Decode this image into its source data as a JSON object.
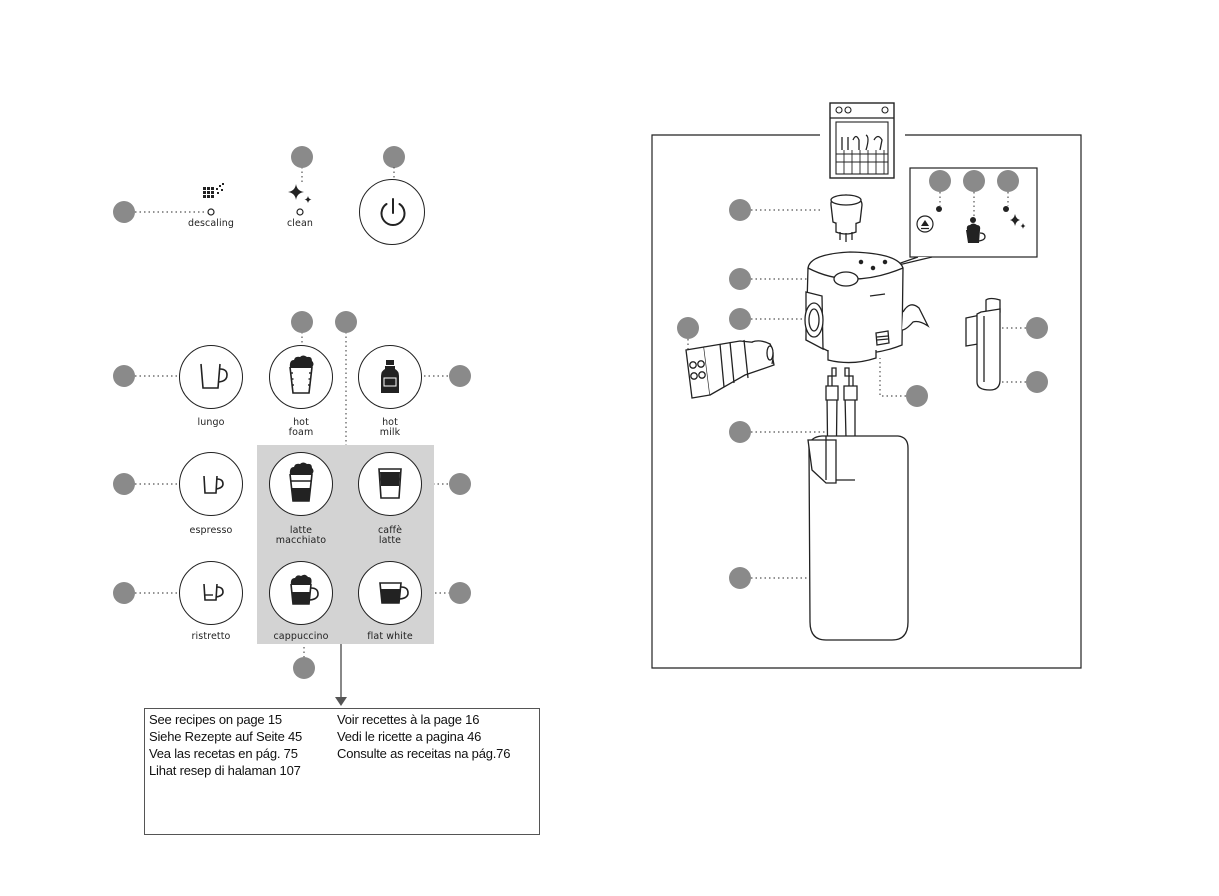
{
  "panel_labels": {
    "descaling": "descaling",
    "clean": "clean"
  },
  "beverages": {
    "lungo": "lungo",
    "hot_foam_1": "hot",
    "hot_foam_2": "foam",
    "hot_milk_1": "hot",
    "hot_milk_2": "milk",
    "espresso": "espresso",
    "latte_macchiato_1": "latte",
    "latte_macchiato_2": "macchiato",
    "caffe_latte_1": "caffè",
    "caffe_latte_2": "latte",
    "ristretto": "ristretto",
    "cappuccino": "cappuccino",
    "flat_white": "flat white"
  },
  "recipes": {
    "col1": [
      "See recipes on page 15",
      "Siehe Rezepte auf Seite 45",
      "Vea las recetas en pág. 75",
      "Lihat resep di halaman 107"
    ],
    "col2": [
      "Voir recettes à la page 16",
      "Vedi le ricette a pagina 46",
      "Consulte as receitas na pág.76"
    ]
  },
  "colors": {
    "callout": "#8a8a8a",
    "grey_panel": "#d3d3d3",
    "line": "#222222"
  },
  "icons": [
    "descaling-icon",
    "clean-sparkle-icon",
    "power-icon",
    "lungo-cup-icon",
    "hot-foam-glass-icon",
    "hot-milk-bottle-icon",
    "espresso-cup-icon",
    "latte-macchiato-glass-icon",
    "caffe-latte-glass-icon",
    "ristretto-cup-icon",
    "cappuccino-cup-icon",
    "flat-white-cup-icon",
    "dishwasher-icon",
    "eject-icon",
    "milk-cup-icon",
    "sparkle-icon"
  ]
}
